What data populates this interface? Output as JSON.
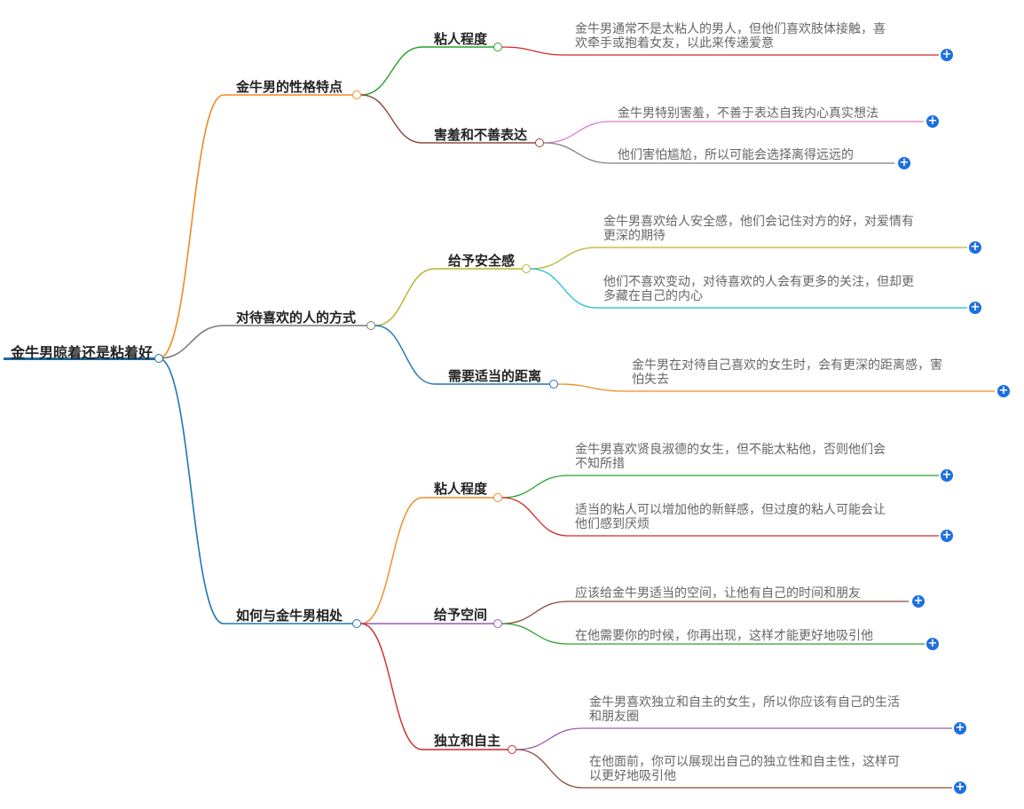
{
  "root": {
    "label": "金牛男晾着还是粘着好"
  },
  "branches": [
    {
      "label": "金牛男的性格特点",
      "children": [
        {
          "label": "粘人程度",
          "leaves": [
            {
              "lines": [
                "金牛男通常不是太粘人的男人，但他们喜欢肢体接触，喜",
                "欢牵手或抱着女友，以此来传递爱意"
              ]
            }
          ]
        },
        {
          "label": "害羞和不善表达",
          "leaves": [
            {
              "lines": [
                "金牛男特别害羞，不善于表达自我内心真实想法"
              ]
            },
            {
              "lines": [
                "他们害怕尴尬，所以可能会选择离得远远的"
              ]
            }
          ]
        }
      ]
    },
    {
      "label": "对待喜欢的人的方式",
      "children": [
        {
          "label": "给予安全感",
          "leaves": [
            {
              "lines": [
                "金牛男喜欢给人安全感，他们会记住对方的好，对爱情有",
                "更深的期待"
              ]
            },
            {
              "lines": [
                "他们不喜欢变动，对待喜欢的人会有更多的关注，但却更",
                "多藏在自己的内心"
              ]
            }
          ]
        },
        {
          "label": "需要适当的距离",
          "leaves": [
            {
              "lines": [
                "金牛男在对待自己喜欢的女生时，会有更深的距离感，害",
                "怕失去"
              ]
            }
          ]
        }
      ]
    },
    {
      "label": "如何与金牛男相处",
      "children": [
        {
          "label": "粘人程度",
          "leaves": [
            {
              "lines": [
                "金牛男喜欢贤良淑德的女生，但不能太粘他，否则他们会",
                "不知所措"
              ]
            },
            {
              "lines": [
                "适当的粘人可以增加他的新鲜感，但过度的粘人可能会让",
                "他们感到厌烦"
              ]
            }
          ]
        },
        {
          "label": "给予空间",
          "leaves": [
            {
              "lines": [
                "应该给金牛男适当的空间，让他有自己的时间和朋友"
              ]
            },
            {
              "lines": [
                "在他需要你的时候，你再出现，这样才能更好地吸引他"
              ]
            }
          ]
        },
        {
          "label": "独立和自主",
          "leaves": [
            {
              "lines": [
                "金牛男喜欢独立和自主的女生，所以你应该有自己的生活",
                "和朋友圈"
              ]
            },
            {
              "lines": [
                "在他面前，你可以展现出自己的独立性和自主性，这样可",
                "以更好地吸引他"
              ]
            }
          ]
        }
      ]
    }
  ],
  "colors": {
    "root_line": "#1f6b99",
    "root_to_branch": [
      "#f08a24",
      "#7a7a7a",
      "#1f77b4"
    ],
    "branch_to_child": [
      "#2ca02c",
      "#8b4a3a",
      "#b5b52c",
      "#1f77b4",
      "#f08a24",
      "#9b59b6",
      "#d62728"
    ],
    "child_to_leaf": [
      "#d62728",
      "#e377c2",
      "#7f7f7f",
      "#b5b52c",
      "#17becf",
      "#f08a24",
      "#2ca02c",
      "#d62728",
      "#8b4a3a",
      "#2ca02c",
      "#9b59b6",
      "#8b4a3a"
    ],
    "plus": "#1e6fe0"
  },
  "icons": {
    "expand": "plus-circle-icon",
    "collapse_handle": "circle-handle-icon"
  }
}
